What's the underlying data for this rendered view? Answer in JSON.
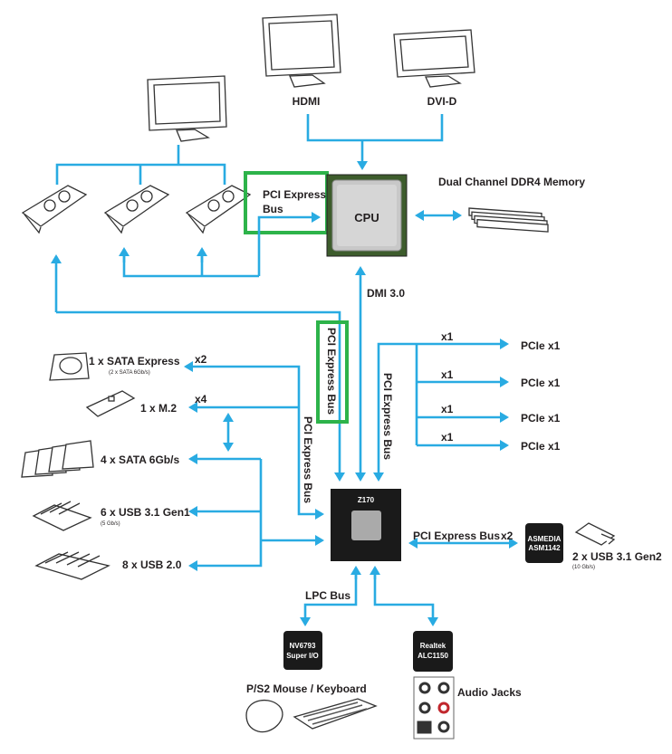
{
  "colors": {
    "bus": "#29abe2",
    "highlight": "#2db34a",
    "cpu": "#3d5c2c",
    "chipset": "#1a1a1a"
  },
  "cpu": {
    "label": "CPU"
  },
  "outputs": {
    "hdmi": "HDMI",
    "dvid": "DVI-D"
  },
  "memory": {
    "label": "Dual Channel DDR4 Memory"
  },
  "cpu_pcie": {
    "line1": "PCI Express",
    "line2": "Bus"
  },
  "dmi": {
    "label": "DMI 3.0"
  },
  "chipset": {
    "label": "Z170"
  },
  "bus_labels": {
    "pcie_left_highlight": "PCI Express Bus",
    "pcie_left": "PCI Express Bus",
    "pcie_right": "PCI Express Bus",
    "pcie_asmedia": "PCI Express Bus",
    "lpc": "LPC Bus"
  },
  "pcie_slots": [
    {
      "lanes": "x1",
      "label": "PCIe x1"
    },
    {
      "lanes": "x1",
      "label": "PCIe x1"
    },
    {
      "lanes": "x1",
      "label": "PCIe x1"
    },
    {
      "lanes": "x1",
      "label": "PCIe x1"
    }
  ],
  "storage": {
    "sata_express": {
      "label": "1 x SATA Express",
      "sub": "(2 x SATA 6Gb/s)",
      "lanes": "x2"
    },
    "m2": {
      "label": "1 x M.2",
      "lanes": "x4"
    },
    "sata": {
      "label": "4 x SATA 6Gb/s"
    },
    "usb31g1": {
      "label": "6 x USB 3.1 Gen1",
      "sub": "(5 Gb/s)"
    },
    "usb20": {
      "label": "8 x USB 2.0"
    }
  },
  "asmedia": {
    "line1": "ASMEDIA",
    "line2": "ASM1142",
    "lanes": "x2",
    "usb_label": "2 x USB 3.1  Gen2",
    "usb_sub": "(10 Gb/s)"
  },
  "superio": {
    "line1": "NV6793",
    "line2": "Super I/O",
    "devices": "P/S2 Mouse / Keyboard"
  },
  "audio": {
    "line1": "Realtek",
    "line2": "ALC1150",
    "jacks": "Audio Jacks"
  }
}
